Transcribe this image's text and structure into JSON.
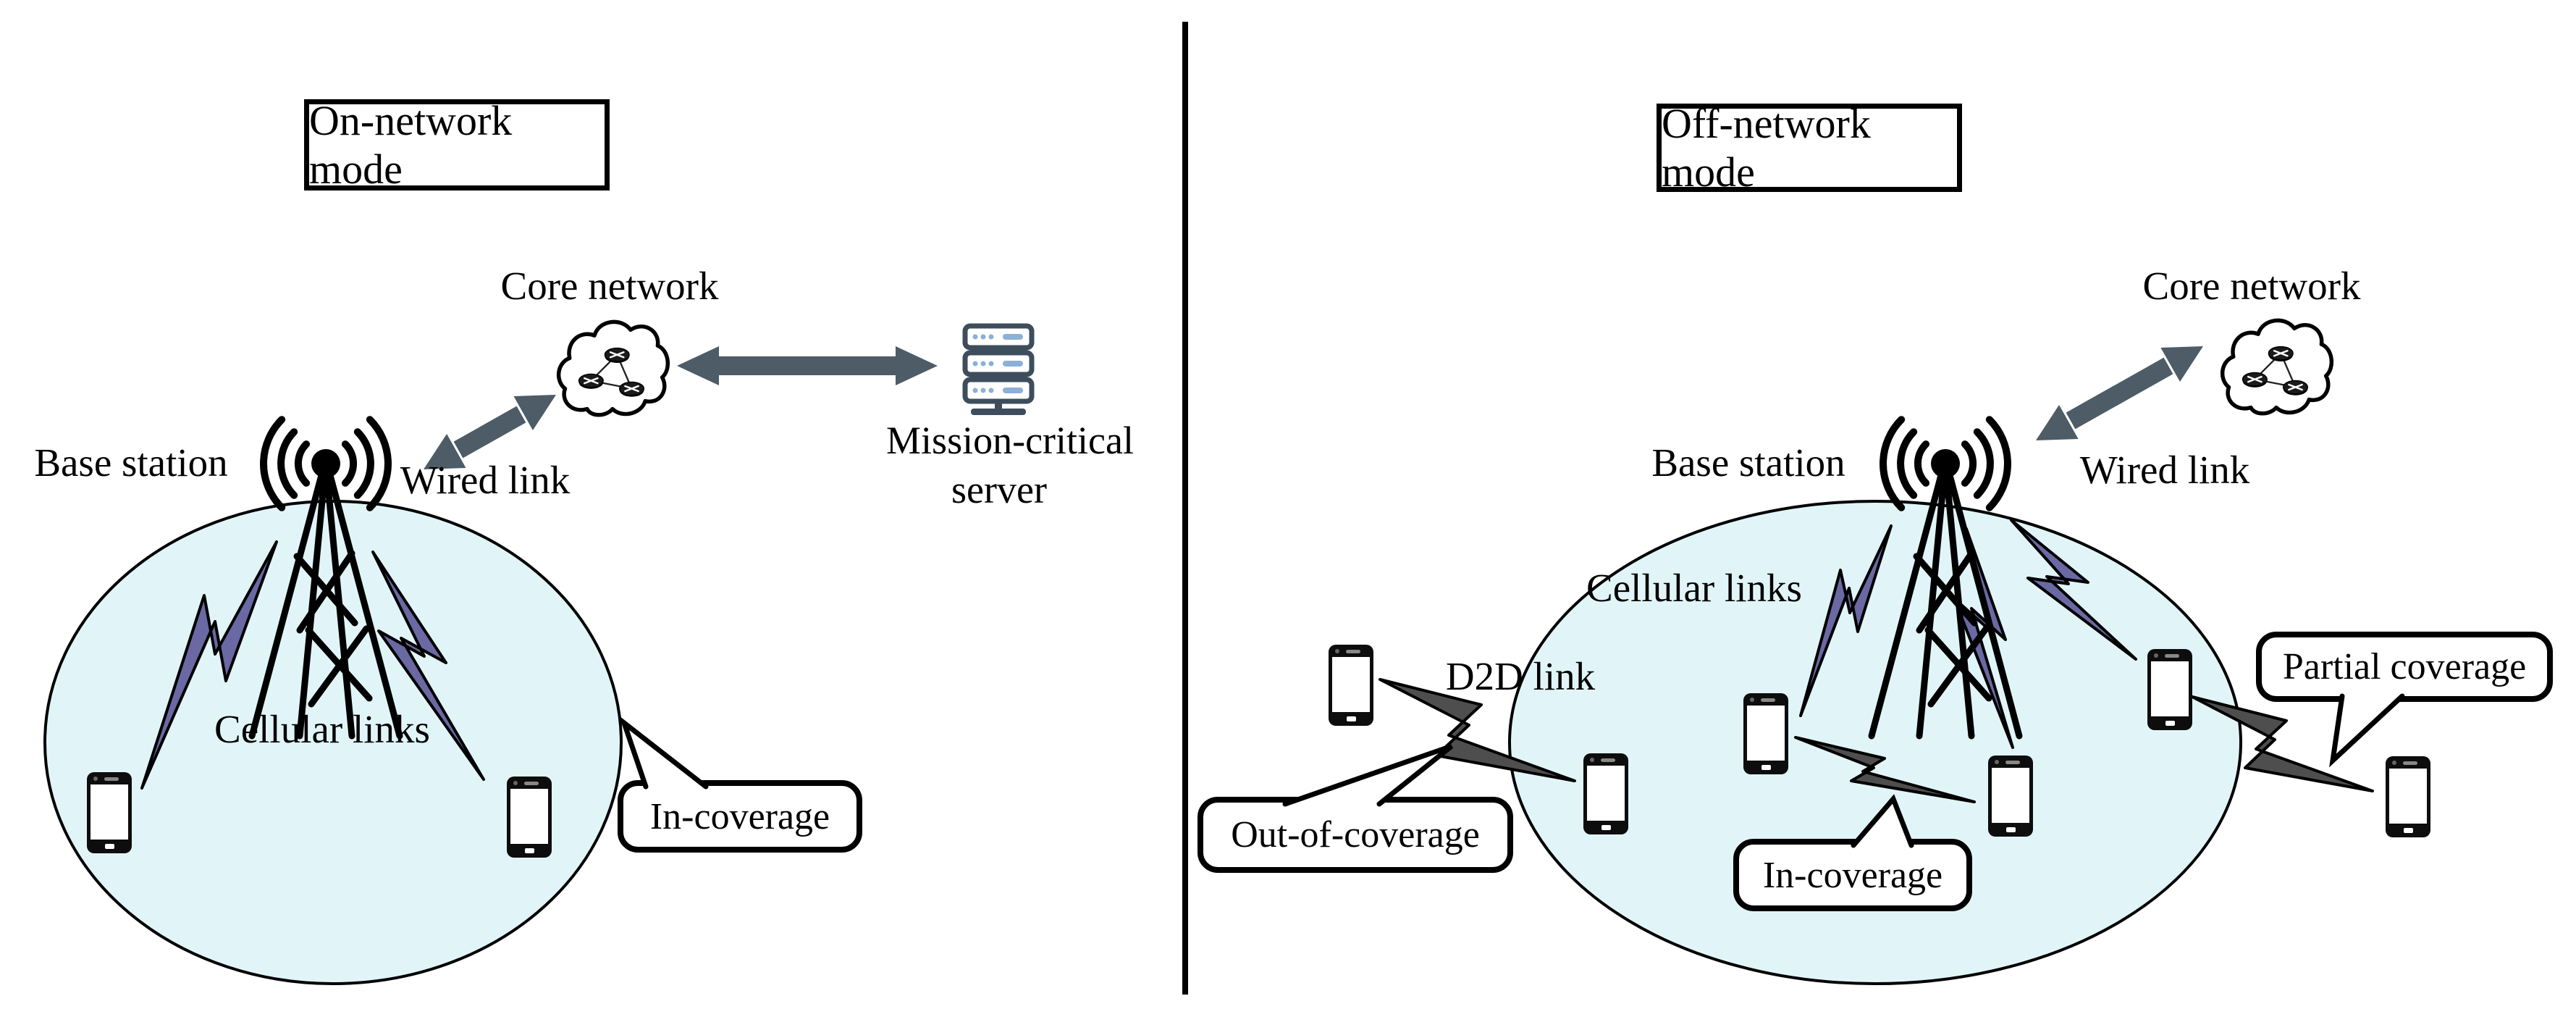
{
  "figure": {
    "left_panel": {
      "title": "On-network mode",
      "core_network_label": "Core network",
      "wired_link_label": "Wired link",
      "base_station_label": "Base station",
      "cellular_links_label": "Cellular links",
      "server_label_line1": "Mission-critical",
      "server_label_line2": "server",
      "in_coverage_label": "In-coverage"
    },
    "right_panel": {
      "title": "Off-network mode",
      "core_network_label": "Core network",
      "wired_link_label": "Wired link",
      "base_station_label": "Base station",
      "cellular_links_label": "Cellular links",
      "d2d_link_label": "D2D link",
      "out_of_coverage_label": "Out-of-coverage",
      "in_coverage_label": "In-coverage",
      "partial_coverage_label": "Partial coverage"
    },
    "colors": {
      "coverage_fill": "#e1f5f9",
      "cellular_bolt": "#6a69a3",
      "d2d_bolt": "#4e4e4e",
      "arrow": "#4d5c66",
      "server_outline": "#3d4d5c",
      "server_accent": "#8cb0d6",
      "outline": "#000000"
    }
  }
}
